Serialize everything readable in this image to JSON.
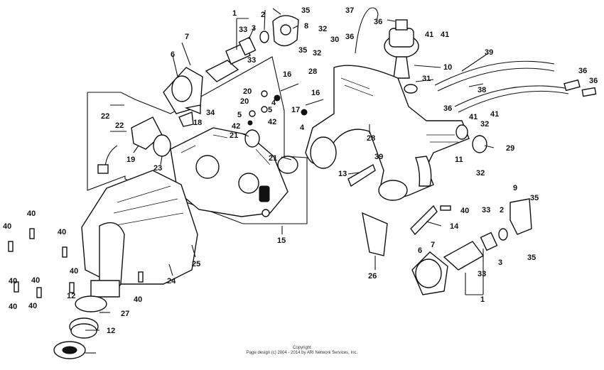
{
  "labels": [
    {
      "id": "c1a",
      "text": "1"
    },
    {
      "id": "c2a",
      "text": "2"
    },
    {
      "id": "c3a",
      "text": "3"
    },
    {
      "id": "c33a",
      "text": "33"
    },
    {
      "id": "c35a",
      "text": "35"
    },
    {
      "id": "c8",
      "text": "8"
    },
    {
      "id": "c35b",
      "text": "35"
    },
    {
      "id": "c7a",
      "text": "7"
    },
    {
      "id": "c6a",
      "text": "6"
    },
    {
      "id": "c33b",
      "text": "33"
    },
    {
      "id": "c37",
      "text": "37"
    },
    {
      "id": "c36a",
      "text": "36"
    },
    {
      "id": "c41a",
      "text": "41"
    },
    {
      "id": "c41b",
      "text": "41"
    },
    {
      "id": "c32a",
      "text": "32"
    },
    {
      "id": "c30",
      "text": "30"
    },
    {
      "id": "c36b",
      "text": "36"
    },
    {
      "id": "c32b",
      "text": "32"
    },
    {
      "id": "c28a",
      "text": "28"
    },
    {
      "id": "c10",
      "text": "10"
    },
    {
      "id": "c31",
      "text": "31"
    },
    {
      "id": "c39a",
      "text": "39"
    },
    {
      "id": "c38",
      "text": "38"
    },
    {
      "id": "c36c",
      "text": "36"
    },
    {
      "id": "c36d",
      "text": "36"
    },
    {
      "id": "c36e",
      "text": "36"
    },
    {
      "id": "c41c",
      "text": "41"
    },
    {
      "id": "c41d",
      "text": "41"
    },
    {
      "id": "c16a",
      "text": "16"
    },
    {
      "id": "c20a",
      "text": "20"
    },
    {
      "id": "c4a",
      "text": "4"
    },
    {
      "id": "c16b",
      "text": "16"
    },
    {
      "id": "c17",
      "text": "17"
    },
    {
      "id": "c4b",
      "text": "4"
    },
    {
      "id": "c5a",
      "text": "5"
    },
    {
      "id": "c5b",
      "text": "5"
    },
    {
      "id": "c20b",
      "text": "20"
    },
    {
      "id": "c42a",
      "text": "42"
    },
    {
      "id": "c42b",
      "text": "42"
    },
    {
      "id": "c21a",
      "text": "21"
    },
    {
      "id": "c22a",
      "text": "22"
    },
    {
      "id": "c34",
      "text": "34"
    },
    {
      "id": "c18",
      "text": "18"
    },
    {
      "id": "c22b",
      "text": "22"
    },
    {
      "id": "c19",
      "text": "19"
    },
    {
      "id": "c23",
      "text": "23"
    },
    {
      "id": "c21b",
      "text": "21"
    },
    {
      "id": "c28b",
      "text": "28"
    },
    {
      "id": "c32c",
      "text": "32"
    },
    {
      "id": "c29",
      "text": "29"
    },
    {
      "id": "c11",
      "text": "11"
    },
    {
      "id": "c32d",
      "text": "32"
    },
    {
      "id": "c39b",
      "text": "39"
    },
    {
      "id": "c13",
      "text": "13"
    },
    {
      "id": "c9",
      "text": "9"
    },
    {
      "id": "c35c",
      "text": "35"
    },
    {
      "id": "c40a",
      "text": "40"
    },
    {
      "id": "c33c",
      "text": "33"
    },
    {
      "id": "c2b",
      "text": "2"
    },
    {
      "id": "c14",
      "text": "14"
    },
    {
      "id": "c35d",
      "text": "35"
    },
    {
      "id": "c6b",
      "text": "6"
    },
    {
      "id": "c7b",
      "text": "7"
    },
    {
      "id": "c33d",
      "text": "33"
    },
    {
      "id": "c3b",
      "text": "3"
    },
    {
      "id": "c1b",
      "text": "1"
    },
    {
      "id": "c26",
      "text": "26"
    },
    {
      "id": "c15",
      "text": "15"
    },
    {
      "id": "c25",
      "text": "25"
    },
    {
      "id": "c24",
      "text": "24"
    },
    {
      "id": "c40b",
      "text": "40"
    },
    {
      "id": "c40c",
      "text": "40"
    },
    {
      "id": "c40d",
      "text": "40"
    },
    {
      "id": "c40e",
      "text": "40"
    },
    {
      "id": "c40f",
      "text": "40"
    },
    {
      "id": "c40g",
      "text": "40"
    },
    {
      "id": "c40h",
      "text": "40"
    },
    {
      "id": "c40i",
      "text": "40"
    },
    {
      "id": "c40j",
      "text": "40"
    },
    {
      "id": "c12a",
      "text": "12"
    },
    {
      "id": "c27",
      "text": "27"
    },
    {
      "id": "c12b",
      "text": "12"
    }
  ],
  "copyright": {
    "line1": "Copyright",
    "line2": "Page design (c) 2004 - 2014 by ARI Network Services, Inc."
  },
  "colors": {
    "ink": "#111111",
    "paper": "#ffffff"
  }
}
